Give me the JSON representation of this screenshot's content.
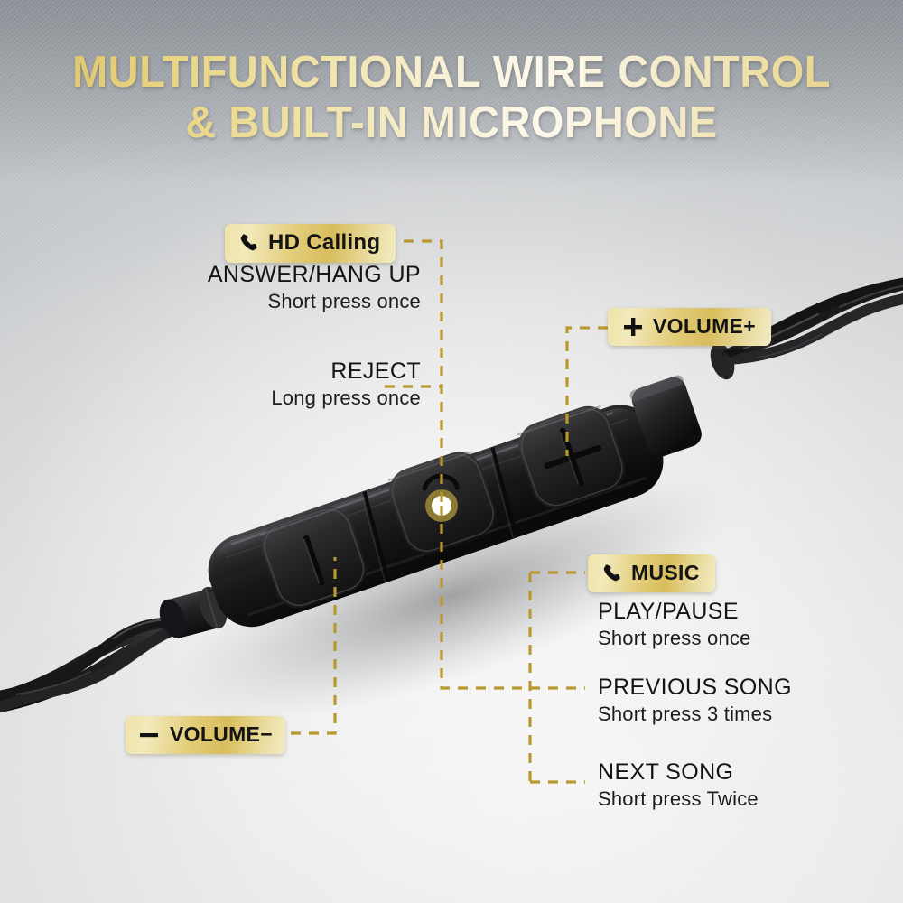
{
  "title": {
    "line1": "MULTIFUNCTIONAL WIRE CONTROL",
    "line2": "& BUILT-IN MICROPHONE"
  },
  "colors": {
    "gold": "#d9bf5e",
    "gold_light": "#f2e9bb",
    "dash_line": "#b8992e",
    "title_gold": "#e8d27a",
    "title_white": "#fdf9ec",
    "device_black": "#1b1b1b",
    "background_top": "#9a9ea3",
    "background_bottom": "#ededed",
    "mic_ring": "#8d7b33"
  },
  "badges": {
    "hd_calling": {
      "label": "HD Calling",
      "icon": "phone-icon"
    },
    "volume_up": {
      "label": "VOLUME+",
      "icon": "plus-icon"
    },
    "volume_down": {
      "label": "VOLUME−",
      "icon": "minus-icon",
      "icon_trailing": "minus-icon"
    },
    "music": {
      "label": "MUSIC",
      "icon": "phone-icon"
    }
  },
  "callouts": {
    "answer": {
      "title": "ANSWER/HANG UP",
      "sub": "Short press once"
    },
    "reject": {
      "title": "REJECT",
      "sub": "Long press once"
    },
    "play": {
      "title": "PLAY/PAUSE",
      "sub": "Short press once"
    },
    "prev": {
      "title": "PREVIOUS SONG",
      "sub": "Short press 3 times"
    },
    "next": {
      "title": "NEXT SONG",
      "sub": "Short press Twice"
    }
  },
  "device": {
    "name": "inline-wire-remote-control",
    "buttons": [
      {
        "name": "volume-down-button",
        "glyph": "minus"
      },
      {
        "name": "microphone-center-button",
        "glyph": "mic-hole"
      },
      {
        "name": "volume-up-button",
        "glyph": "plus"
      }
    ],
    "cable": "twisted-black-cable"
  }
}
